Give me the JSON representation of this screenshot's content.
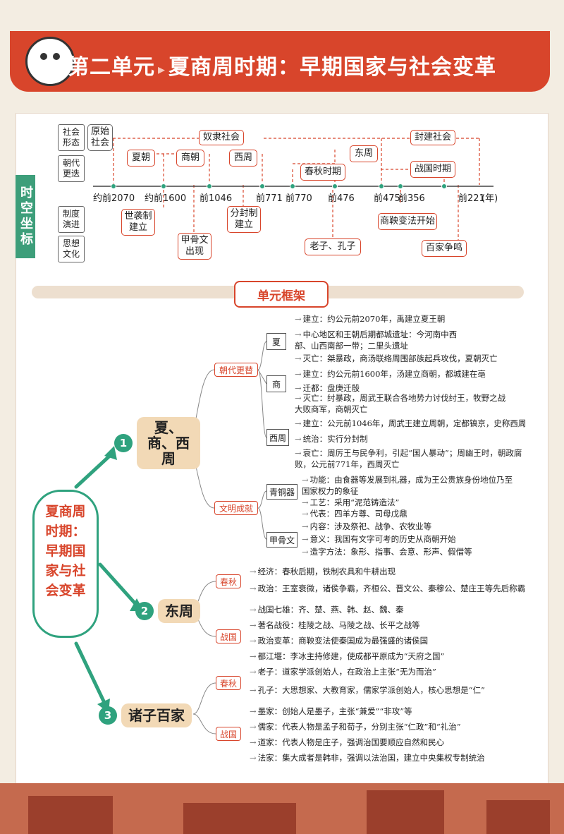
{
  "header": {
    "unit": "第二单元",
    "separator": "▸",
    "title": "夏商周时期：早期国家与社会变革"
  },
  "timeline": {
    "side_tab": "时空坐标",
    "row_labels": {
      "society": "社会\n形态",
      "dynasty": "朝代\n更迭",
      "system": "制度\n演进",
      "thought": "思想\n文化"
    },
    "society": {
      "primitive": "原始\n社会",
      "slave": "奴隶社会",
      "feudal": "封建社会"
    },
    "dynasties": {
      "xia": "夏朝",
      "shang": "商朝",
      "xizhou": "西周",
      "dongzhou": "东周",
      "chunqiu": "春秋时期",
      "zhanguo": "战国时期"
    },
    "ticks": [
      "约前2070",
      "约前1600",
      "前1046",
      "前771",
      "前770",
      "前476",
      "前475",
      "前356",
      "前221"
    ],
    "unit_label": "(年)",
    "events": {
      "shixi": "世袭制\n建立",
      "jiaguwen": "甲骨文\n出现",
      "fenfeng": "分封制\n建立",
      "laozi": "老子、孔子",
      "shangyang": "商鞅变法开始",
      "baijia": "百家争鸣"
    }
  },
  "framework": {
    "title": "单元框架",
    "root": "夏商周时期：早期国家与社会变革",
    "topics": [
      {
        "num": "1",
        "title": "夏、商、西周",
        "categories": [
          {
            "name": "朝代更替",
            "subs": [
              {
                "name": "夏",
                "items": [
                  "建立：约公元前2070年，禹建立夏王朝",
                  "中心地区和王朝后期都城遗址：今河南中西部、山西南部一带；二里头遗址",
                  "灭亡：桀暴政，商汤联络周围部族起兵攻伐，夏朝灭亡"
                ]
              },
              {
                "name": "商",
                "items": [
                  "建立：约公元前1600年，汤建立商朝，都城建在亳",
                  "迁都：盘庚迁殷",
                  "灭亡：纣暴政，周武王联合各地势力讨伐纣王，牧野之战大败商军，商朝灭亡"
                ]
              },
              {
                "name": "西周",
                "items": [
                  "建立：公元前1046年，周武王建立周朝，定都镐京，史称西周",
                  "统治：实行分封制",
                  "衰亡：周厉王与民争利，引起“国人暴动”；周幽王时，朝政腐败，公元前771年，西周灭亡"
                ]
              }
            ]
          },
          {
            "name": "文明成就",
            "subs": [
              {
                "name": "青铜器",
                "items": [
                  "功能：由食器等发展到礼器，成为王公贵族身份地位乃至国家权力的象征",
                  "工艺：采用“泥范铸造法”",
                  "代表：四羊方尊、司母戊鼎"
                ]
              },
              {
                "name": "甲骨文",
                "items": [
                  "内容：涉及祭祀、战争、农牧业等",
                  "意义：我国有文字可考的历史从商朝开始",
                  "造字方法：象形、指事、会意、形声、假借等"
                ]
              }
            ]
          }
        ]
      },
      {
        "num": "2",
        "title": "东周",
        "categories": [
          {
            "name": "春秋",
            "items": [
              "经济：春秋后期，铁制农具和牛耕出现",
              "政治：王室衰微，诸侯争霸，齐桓公、晋文公、秦穆公、楚庄王等先后称霸"
            ]
          },
          {
            "name": "战国",
            "items": [
              "战国七雄：齐、楚、燕、韩、赵、魏、秦",
              "著名战役：桂陵之战、马陵之战、长平之战等",
              "政治变革：商鞅变法使秦国成为最强盛的诸侯国",
              "都江堰：李冰主持修建，使成都平原成为“天府之国”"
            ]
          }
        ]
      },
      {
        "num": "3",
        "title": "诸子百家",
        "categories": [
          {
            "name": "春秋",
            "items": [
              "老子：道家学派创始人，在政治上主张“无为而治”",
              "孔子：大思想家、大教育家，儒家学派创始人，核心思想是“仁”"
            ]
          },
          {
            "name": "战国",
            "items": [
              "墨家：创始人是墨子，主张“兼爱”“非攻”等",
              "儒家：代表人物是孟子和荀子，分别主张“仁政”和“礼治”",
              "道家：代表人物是庄子，强调治国要顺应自然和民心",
              "法家：集大成者是韩非，强调以法治国，建立中央集权专制统治"
            ]
          }
        ]
      }
    ]
  },
  "colors": {
    "accent": "#d8452b",
    "green": "#2fa27e",
    "paper": "#f3ede2"
  }
}
